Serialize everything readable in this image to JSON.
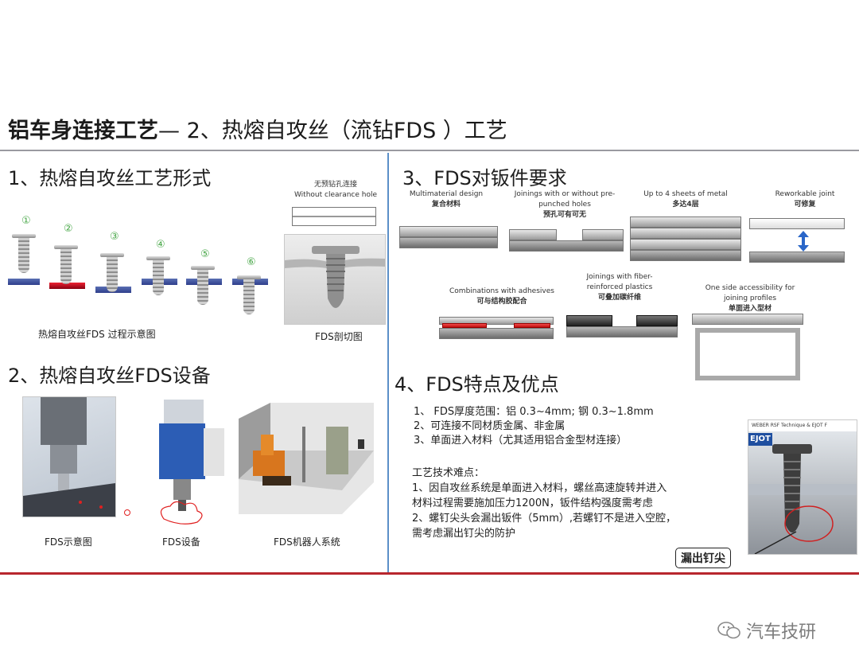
{
  "title": {
    "main": "铝车身连接工艺",
    "sub": "— 2、热熔自攻丝（流钻FDS ）工艺"
  },
  "sec1": {
    "heading": "1、热熔自攻丝工艺形式",
    "steps": [
      "①",
      "②",
      "③",
      "④",
      "⑤",
      "⑥"
    ],
    "process_caption": "热熔自攻丝FDS 过程示意图",
    "clearance_cn": "无预钻孔连接",
    "clearance_en": "Without clearance hole",
    "cut_caption": "FDS剖切图"
  },
  "sec2": {
    "heading": "2、热熔自攻丝FDS设备",
    "captions": [
      "FDS示意图",
      "FDS设备",
      "FDS机器人系统"
    ]
  },
  "sec3": {
    "heading": "3、FDS对钣件要求",
    "items": [
      {
        "en": "Multimaterial design",
        "cn": "复合材料"
      },
      {
        "en": "Joinings with or without pre-",
        "en2": "punched holes",
        "cn": "预孔可有可无"
      },
      {
        "en": "Up to 4 sheets of metal",
        "cn": "多达4层"
      },
      {
        "en": "Reworkable joint",
        "cn": "可修复"
      },
      {
        "en": "Combinations with adhesives",
        "cn": "可与结构胶配合"
      },
      {
        "en": "Joinings with fiber-",
        "en2": "reinforced plastics",
        "cn": "可叠加碳纤维"
      },
      {
        "en": "One side accessibility for",
        "en2": "joining profiles",
        "cn": "单面进入型材"
      }
    ]
  },
  "sec4": {
    "heading": "4、FDS特点及优点",
    "features": [
      "1、 FDS厚度范围：铝 0.3~4mm; 钢 0.3~1.8mm",
      "2、可连接不同材质金属、非金属",
      "3、单面进入材料（尤其适用铝合金型材连接）"
    ],
    "difficulty_title": "工艺技术难点：",
    "difficulty": [
      "1、因自攻丝系统是单面进入材料，螺丝高速旋转并进入",
      "材料过程需要施加压力1200N，钣件结构强度需考虑",
      "2、螺钉尖头会漏出钣件（5mm）,若螺钉不是进入空腔，",
      "需考虑漏出钉尖的防护"
    ],
    "photo_brand": "WEBER RSF Technique & EJOT F",
    "photo_logo": "EJOT",
    "leak_label": "漏出钉尖"
  },
  "watermark": "汽车技研",
  "colors": {
    "divider_blue": "#5b8fc8",
    "bottom_red": "#b8262e",
    "step_green": "#4aa84a"
  }
}
